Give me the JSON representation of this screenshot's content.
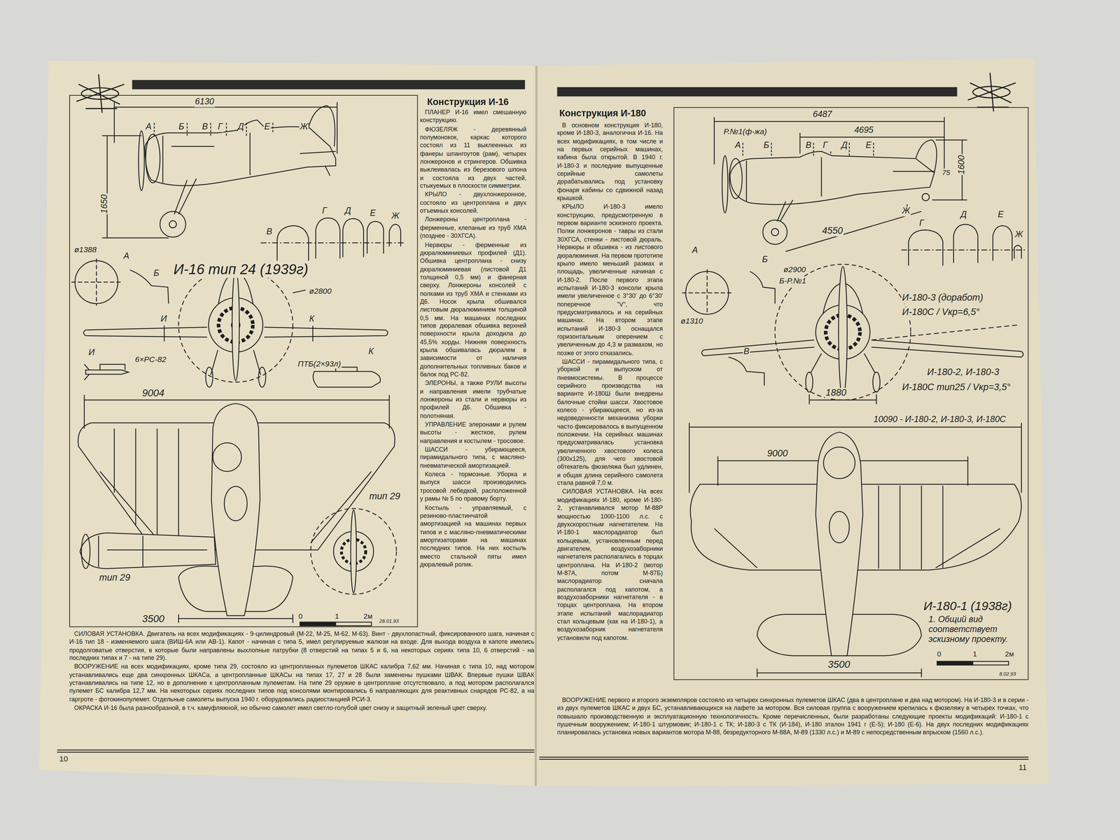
{
  "diagram": {
    "nodes": [
      {
        "text": [
          "И-16 тип 24 (1939г)"
        ]
      },
      {
        "text": [
          "И-180-1 (1938г)",
          "1. Общий вид соответствует эскизному проекту."
        ]
      }
    ],
    "labels": [
      "Конструкция И-16",
      "ПЛАНЕР И-16 имел смешанную конструкцию.",
      "ФЮЗЕЛЯЖ - деревянный полумонокок, каркас которого состоял из 11 выклеенных из фанеры шпангоутов (рам), четырех лонжеронов и стрингеров. Обшивка выклеивалась из березового шпона и состояла из двух частей, стыкуемых в плоскости симметрии.",
      "КРЫЛО - двухлонжеронное, состояло из центроплана и двух отъемных консолей.",
      "Лонжероны центроплана - ферменные, клепаные из труб ХМА (позднее - 30ХГСА).",
      "Нервюры - ферменные из дюралюминиевых профилей (Д1). Обшивка центроплана - снизу дюралюминиевая (листовой Д1 толщиной 0,5 мм) и фанерная сверху. Лонжероны консолей с полками из труб ХМА и стенками из Д6. Носок крыла обшивался листовым дюралюминием толщиной 0,5 мм. На машинах последних типов дюралевая обшивка верхней поверхности крыла доходила до 45,5% хорды. Нижняя поверхность крыла обшивалась дюралем в зависимости от наличия дополнительных топливных баков и балок под РС-82.",
      "ЭЛЕРОНЫ, а также РУЛИ высоты и направления имели трубчатые лонжероны из стали и нервюры из профилей Д6. Обшивка - полотняная.",
      "УПРАВЛЕНИЕ элеронами и рулем высоты - жесткое, рулем направления и костылем - тросовое.",
      "ШАССИ - убирающееся, пирамидального типа, с масляно-пневматической амортизацией.",
      "Колеса - тормозные. Уборка и выпуск шасси производились тросовой лебедкой, расположенной у рамы № 5 по правому борту.",
      "Костыль - управляемый, с резиново-пластинчатой амортизацией на машинах первых типов и с масляно-пневматическими амортизаторами на машинах последних типов. На них костыль вместо стальной пяты имел дюралевый ролик.",
      "СИЛОВАЯ УСТАНОВКА. Двигатель на всех модификациях - 9-цилиндровый (М-22, М-25, М-62, М-63). Винт - двухлопастный, фиксированного шага, начиная с И-16 тип 18 - изменяемого шага (ВИШ-6А или АВ-1). Капот - начиная с типа 5, имел регулируемые жалюзи на входе. Для выхода воздуха в капоте имелись продолговатые отверстия, в которые были направлены выхлопные патрубки (8 отверстий на типах 5 и 6, на некоторых сериях типа 10, 6 отверстий - на последних типах и 7 - на типе 29).",
      "ВООРУЖЕНИЕ на всех модификациях, кроме типа 29, состояло из центропланных пулеметов ШКАС калибра 7,62 мм. Начиная с типа 10, над мотором устанавливались еще два синхронных ШКАСа, а центропланные ШКАСы на типах 17, 27 и 28 были заменены пушками ШВАК. Впервые пушки ШВАК устанавливались на типе 12, но в дополнение к центропланным пулеметам. На типе 29 оружие в центроплане отсутствовало, а под мотором располагался пулемет БС калибра 12,7 мм. На некоторых сериях последних типов под консолями монтировались 6 направляющих для реактивных снарядов РС-82, а на гаргроте - фотокинопулемет. Отдельные самолеты выпуска 1940 г. оборудовались радиостанцией РСИ-3.",
      "ОКРАСКА И-16 была разнообразной, в т.ч. камуфляжной, но обычно самолет имел светло-голубой цвет снизу и защитный зеленый цвет сверху.",
      "10",
      "Конструкция И-180",
      "В основном конструкция И-180, кроме И-180-3, аналогична И-16. На всех модификациях, в том числе и на первых серийных машинах, кабина была открытой. В 1940 г. И-180-3 и последние выпущенные серийные самолеты дорабатывались под установку фонаря кабины со сдвижной назад крышкой.",
      "КРЫЛО И-180-3 имело конструкцию, предусмотренную в первом варианте эскизного проекта. Полки лонжеронов - тавры из стали 30ХГСА, стенки - листовой дюраль. Нервюры и обшивка - из листового дюралюминия. На первом прототипе крыло имело меньший размах и площадь, увеличенные начиная с И-180-2. После первого этапа испытаний И-180-3 консоли крыла имели увеличенное с 3°30' до 6°30' поперечное \"V\", что предусматривалось и на серийных машинах. На втором этапе испытаний И-180-3 оснащался горизонтальным оперением с увеличенным до 4,3 м размахом, но позже от этого отказались.",
      "ШАССИ - пирамидального типа, с уборкой и выпуском от пневмосистемы. В процессе серийного производства на варианте И-180Ш были внедрены балочные стойки шасси. Хвостовое колесо - убирающееся, но из-за недоведенности механизма уборки часто фиксировалось в выпущенном положении. На серийных машинах предусматривалась установка увеличенного хвостового колеса (300х125), для чего хвостовой обтекатель фюзеляжа был удлинен, и общая длина серийного самолета стала равной 7,0 м.",
      "СИЛОВАЯ УСТАНОВКА. На всех модификациях И-180, кроме И-180-2, устанавливался мотор М-88Р мощностью 1000-1100 л.с. с двухскоростным нагнетателем. На И-180-1 маслорадиатор был кольцевым, установленным перед двигателем, воздухозаборники нагнетателя располагались в торцах центроплана. На И-180-2 (мотор М-87А, потом М-87Б) маслорадиатор сначала располагался под капотом, а воздухозаборники нагнетателя - в торцах центроплана. На втором этапе испытаний маслорадиатор стал кольцевым (как на И-180-1), а воздухозаборник нагнетателя установили под капотом.",
      "ВООРУЖЕНИЕ первого и второго экземпляров состояло из четырех синхронных пулеметов ШКАС (два в центроплане и два над мотором). На И-180-3 и в серии - из двух пулеметов ШКАС и двух БС, устанавливающихся на лафете за мотором. Вся силовая группа с вооружением крепилась к фюзеляжу в четырех точках, что повышало производственную и эксплуатационную технологичность. Кроме перечисленных, были разработаны следующие проекты модификаций: И-180-1 с пушечным вооружением; И-180-1 штурмовик; И-180-1 с ТК; И-180-3 с ТК (И-184), И-180 эталон 1941 г (Е-5); И-180 (Е-6). На двух последних модификациях планировалась установка новых вариантов мотора М-88, безредукторного М-88А, М-89 (1330 л.с.) и М-89 с непосредственным впрыском (1560 л.с.).",
      "11",
      "6130",
      "А",
      "Б",
      "В",
      "Г",
      "Д",
      "Е",
      "Ж",
      "1650",
      "В",
      "Г",
      "Д",
      "Е",
      "Ж",
      "ø1388",
      "А",
      "Б",
      "ø2800",
      "И",
      "К",
      "И",
      "6×РС-82",
      "ПТБ(2×93л)",
      "К",
      "9004",
      "тип 29",
      "тип 29",
      "3500",
      "0",
      "1",
      "2м",
      "28.01.93",
      "6487",
      "4695",
      "Р.№1(ф-жа)",
      "А",
      "Б",
      "В",
      "Г",
      "Д",
      "Е",
      "1600",
      "75",
      "Ж",
      "4550",
      "Г",
      "Д",
      "Е",
      "Ж",
      "А",
      "Б",
      "ø2900",
      "Б-Р.№1",
      "ø1310",
      "В",
      "И-180-3 (доработ)",
      "И-180С / Vкр=6,5°",
      "И-180-2, И-180-3",
      "И-180С тип25 / Vкр=3,5°",
      "1880",
      "10090 - И-180-2, И-180-3, И-180С",
      "9000",
      "3500",
      "0",
      "1",
      "2м",
      "8.02.93"
    ]
  }
}
